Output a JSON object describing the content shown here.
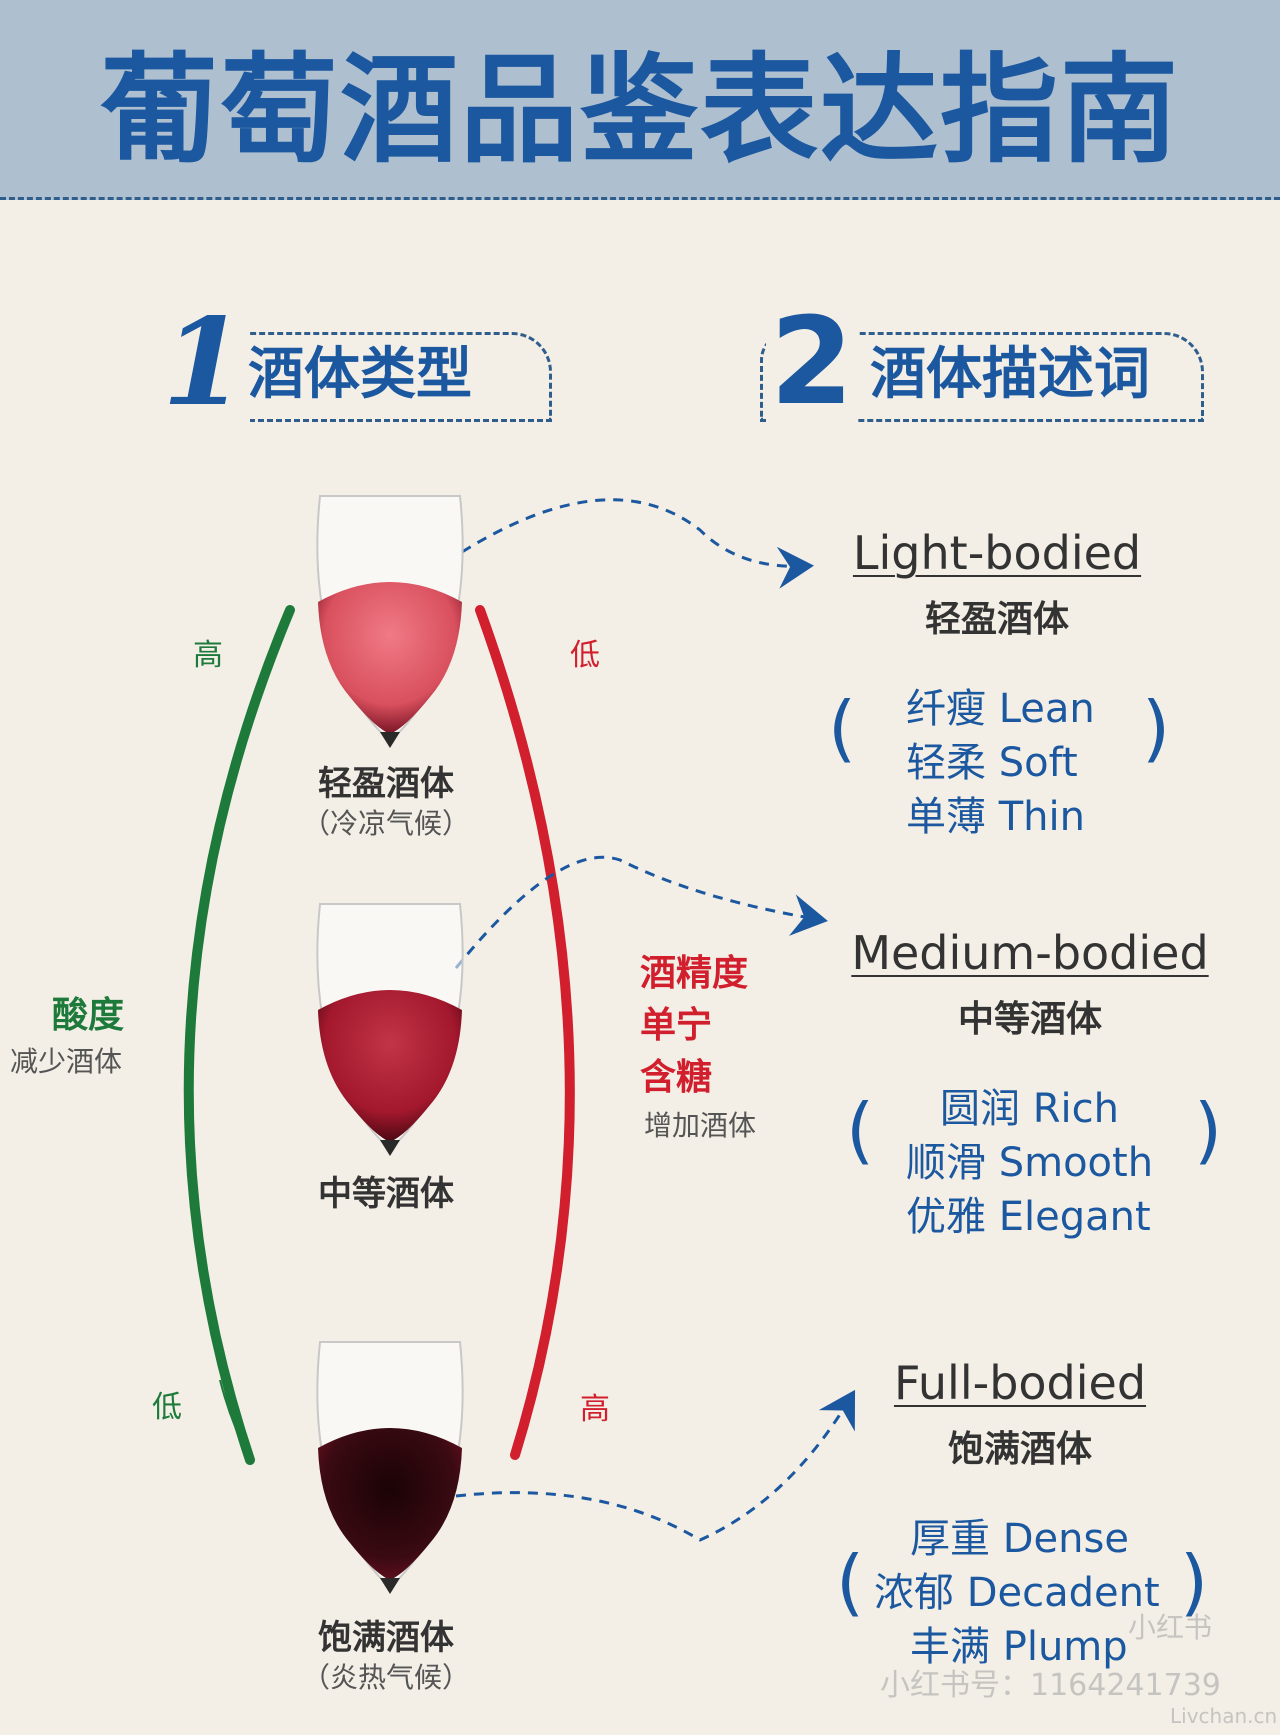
{
  "title": "葡萄酒品鉴表达指南",
  "section1": {
    "number": "1",
    "label": "酒体类型"
  },
  "section2": {
    "number": "2",
    "label": "酒体描述词"
  },
  "glasses": [
    {
      "label": "轻盈酒体",
      "note": "（冷凉气候）",
      "wine_color": "#d9505e"
    },
    {
      "label": "中等酒体",
      "note": "",
      "wine_color": "#a3182d"
    },
    {
      "label": "饱满酒体",
      "note": "（炎热气候）",
      "wine_color": "#3a0a12"
    }
  ],
  "acidity": {
    "high": "高",
    "low": "低",
    "label": "酸度",
    "note": "减少酒体",
    "color": "#1e7a3a"
  },
  "alcohol": {
    "low": "低",
    "high": "高",
    "line1": "酒精度",
    "line2": "单宁",
    "line3": "含糖",
    "note": "增加酒体",
    "color": "#d11f2e"
  },
  "descriptors": [
    {
      "title": "Light-bodied",
      "subtitle": "轻盈酒体",
      "words": [
        "纤瘦 Lean",
        "轻柔 Soft",
        "单薄 Thin"
      ]
    },
    {
      "title": "Medium-bodied",
      "subtitle": "中等酒体",
      "words": [
        "圆润 Rich",
        "顺滑 Smooth",
        "优雅 Elegant"
      ]
    },
    {
      "title": "Full-bodied",
      "subtitle": "饱满酒体",
      "words": [
        "厚重 Dense",
        "浓郁 Decadent",
        "丰满 Plump"
      ]
    }
  ],
  "paren_open": "(",
  "paren_close": ")",
  "watermark": {
    "badge": "小红书",
    "id": "小红书号：1164241739",
    "site": "Livchan.cn"
  },
  "colors": {
    "accent": "#1b58a0",
    "header_bg": "#aebfd0",
    "paper": "#f3efe6"
  }
}
